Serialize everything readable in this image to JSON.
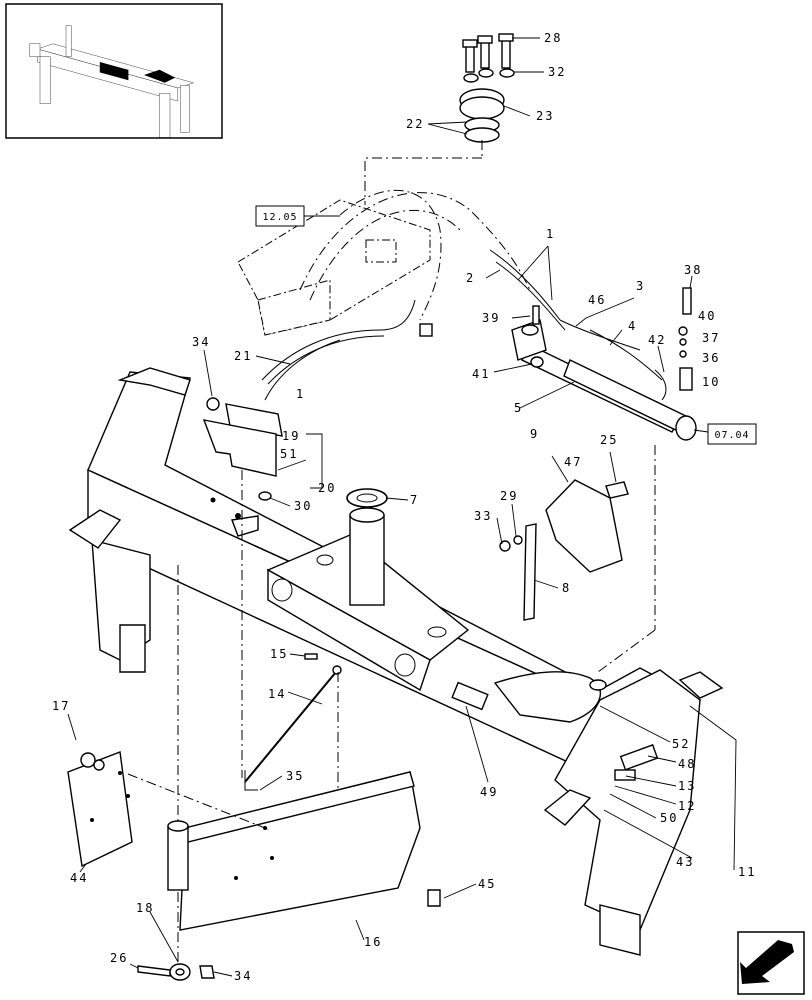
{
  "callouts": [
    {
      "id": "c28",
      "text": "28"
    },
    {
      "id": "c32",
      "text": "32"
    },
    {
      "id": "c22",
      "text": "22"
    },
    {
      "id": "c23",
      "text": "23"
    },
    {
      "id": "c1a",
      "text": "1"
    },
    {
      "id": "c2",
      "text": "2"
    },
    {
      "id": "c3",
      "text": "3"
    },
    {
      "id": "c46",
      "text": "46"
    },
    {
      "id": "c38",
      "text": "38"
    },
    {
      "id": "c40",
      "text": "40"
    },
    {
      "id": "c39",
      "text": "39"
    },
    {
      "id": "c4",
      "text": "4"
    },
    {
      "id": "c42",
      "text": "42"
    },
    {
      "id": "c37",
      "text": "37"
    },
    {
      "id": "c36",
      "text": "36"
    },
    {
      "id": "c41",
      "text": "41"
    },
    {
      "id": "c10",
      "text": "10"
    },
    {
      "id": "c5",
      "text": "5"
    },
    {
      "id": "c34a",
      "text": "34"
    },
    {
      "id": "c21",
      "text": "21"
    },
    {
      "id": "c1b",
      "text": "1"
    },
    {
      "id": "c19",
      "text": "19"
    },
    {
      "id": "c51",
      "text": "51"
    },
    {
      "id": "c20",
      "text": "20"
    },
    {
      "id": "c9",
      "text": "9"
    },
    {
      "id": "c25",
      "text": "25"
    },
    {
      "id": "c47",
      "text": "47"
    },
    {
      "id": "c29",
      "text": "29"
    },
    {
      "id": "c33",
      "text": "33"
    },
    {
      "id": "c30",
      "text": "30"
    },
    {
      "id": "c7",
      "text": "7"
    },
    {
      "id": "c8",
      "text": "8"
    },
    {
      "id": "c15",
      "text": "15"
    },
    {
      "id": "c14",
      "text": "14"
    },
    {
      "id": "c17",
      "text": "17"
    },
    {
      "id": "c35",
      "text": "35"
    },
    {
      "id": "c49",
      "text": "49"
    },
    {
      "id": "c52",
      "text": "52"
    },
    {
      "id": "c48",
      "text": "48"
    },
    {
      "id": "c13",
      "text": "13"
    },
    {
      "id": "c12",
      "text": "12"
    },
    {
      "id": "c50",
      "text": "50"
    },
    {
      "id": "c43",
      "text": "43"
    },
    {
      "id": "c11",
      "text": "11"
    },
    {
      "id": "c44",
      "text": "44"
    },
    {
      "id": "c45",
      "text": "45"
    },
    {
      "id": "c18",
      "text": "18"
    },
    {
      "id": "c16",
      "text": "16"
    },
    {
      "id": "c26",
      "text": "26"
    },
    {
      "id": "c34b",
      "text": "34"
    }
  ],
  "references": {
    "ref_left": "12.05",
    "ref_right": "07.04"
  },
  "icons": {
    "thumbnail": "assembly-thumbnail",
    "nav": "next-page-arrow-icon"
  }
}
